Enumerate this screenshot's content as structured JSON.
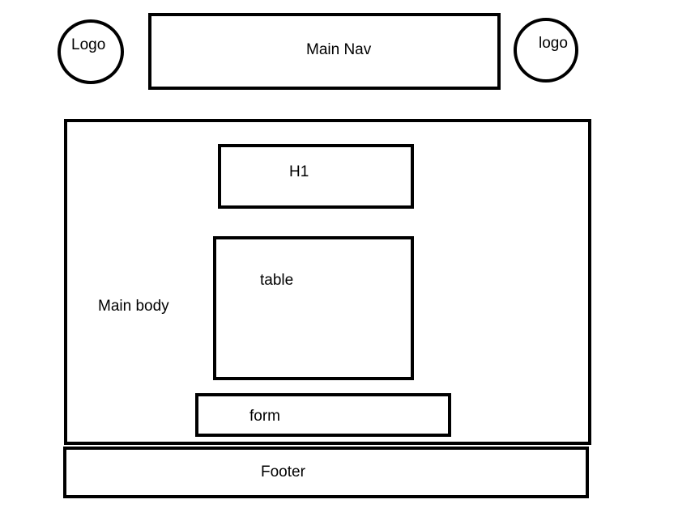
{
  "header": {
    "logo_left": "Logo",
    "main_nav": "Main Nav",
    "logo_right": "logo"
  },
  "main": {
    "body_label": "Main body",
    "h1": "H1",
    "table": "table",
    "form": "form"
  },
  "footer": {
    "label": "Footer"
  },
  "colors": {
    "stroke": "#000000",
    "background": "#ffffff"
  }
}
